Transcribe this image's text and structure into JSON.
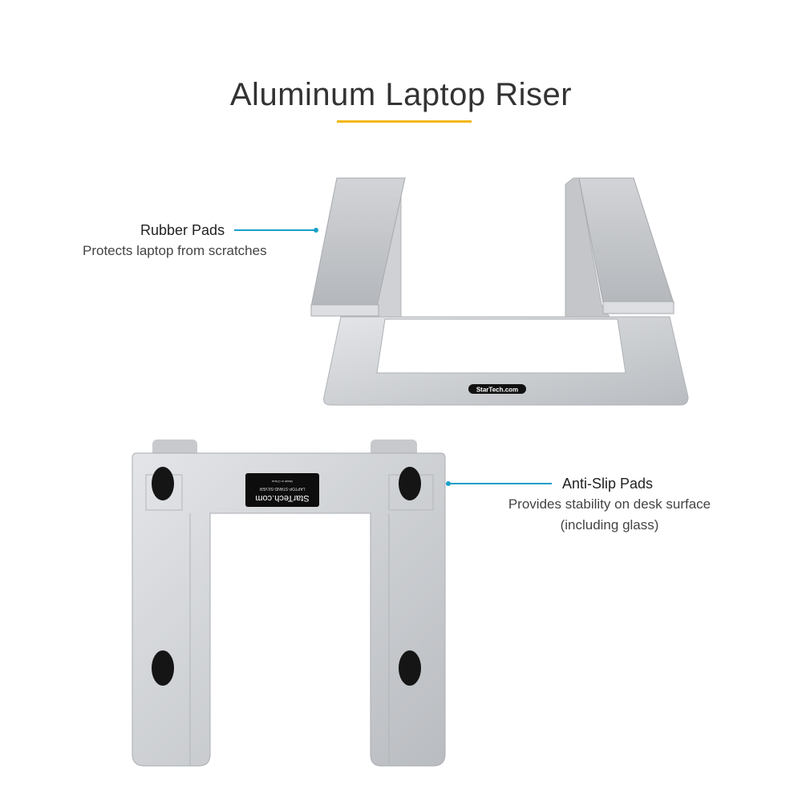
{
  "title": "Aluminum Laptop Riser",
  "colors": {
    "accent_underline": "#f2b814",
    "callout_line": "#1a9fc9",
    "aluminum": "#c9cbce",
    "pad": "#1a1a1a"
  },
  "callouts": [
    {
      "title": "Rubber Pads",
      "description": "Protects laptop from scratches"
    },
    {
      "title": "Anti-Slip Pads",
      "description_lines": [
        "Provides stability on desk surface",
        "(including glass)"
      ]
    }
  ],
  "product": {
    "logo_text": "StarTech.com",
    "label": {
      "brand": "StarTech.com",
      "model": "LAPTOP-STAND-SILVER",
      "origin": "Made in China"
    }
  }
}
